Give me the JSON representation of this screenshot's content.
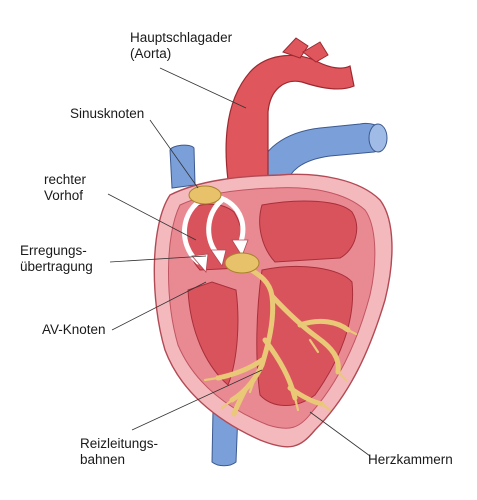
{
  "labels": {
    "aorta": "Hauptschlagader\n(Aorta)",
    "sinusknoten": "Sinusknoten",
    "vorhof": "rechter\nVorhof",
    "erregung": "Erregungs-\nübertragung",
    "av_knoten": "AV-Knoten",
    "reizleitung": "Reizleitungs-\nbahnen",
    "herzkammern": "Herzkammern"
  },
  "colors": {
    "heart_outer": "#f4b9bd",
    "heart_wall": "#e98a93",
    "chamber": "#d9535d",
    "aorta": "#e0565d",
    "vein": "#7b9fd8",
    "conduction": "#f0d189",
    "node": "#e8c26a"
  }
}
